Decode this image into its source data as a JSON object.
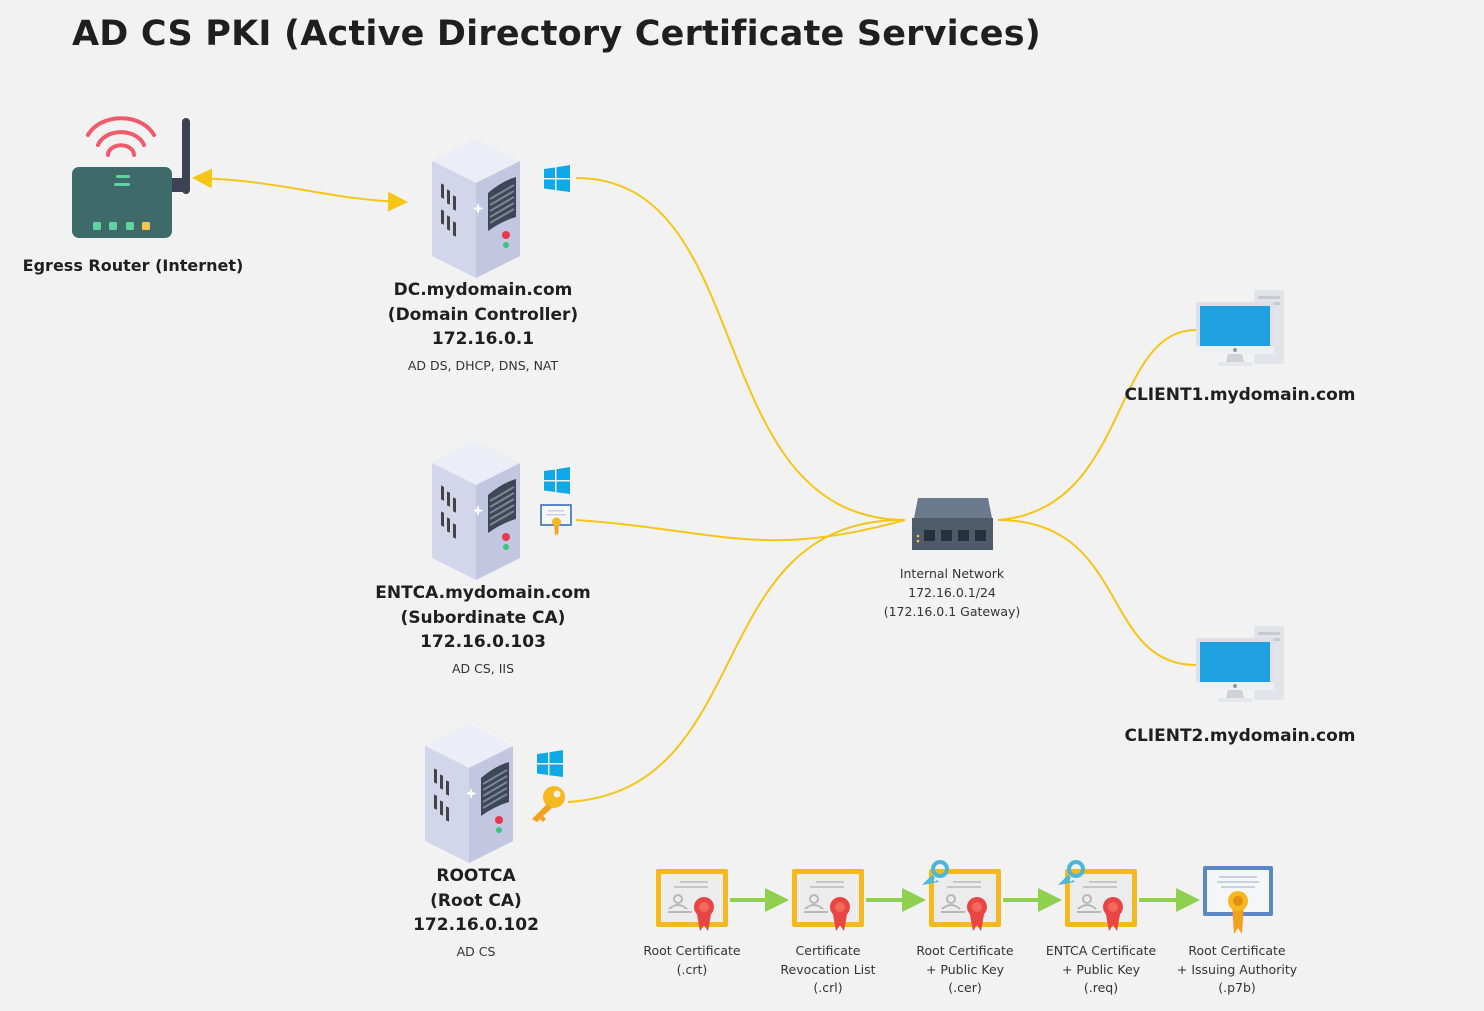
{
  "title": "AD CS PKI (Active Directory Certificate Services)",
  "router": {
    "label": "Egress Router (Internet)"
  },
  "dc": {
    "name": "DC.mydomain.com",
    "role": "(Domain Controller)",
    "ip": "172.16.0.1",
    "services": "AD DS, DHCP, DNS, NAT"
  },
  "entca": {
    "name": "ENTCA.mydomain.com",
    "role": "(Subordinate CA)",
    "ip": "172.16.0.103",
    "services": "AD CS, IIS"
  },
  "rootca": {
    "name": "ROOTCA",
    "role": "(Root CA)",
    "ip": "172.16.0.102",
    "services": "AD CS"
  },
  "switch": {
    "line1": "Internal Network",
    "line2": "172.16.0.1/24",
    "line3": "(172.16.0.1 Gateway)"
  },
  "clients": [
    {
      "name": "CLIENT1.mydomain.com"
    },
    {
      "name": "CLIENT2.mydomain.com"
    }
  ],
  "cert_flow": [
    {
      "line1": "Root Certificate",
      "line2": "(.crt)",
      "line3": ""
    },
    {
      "line1": "Certificate",
      "line2": "Revocation List",
      "line3": "(.crl)"
    },
    {
      "line1": "Root Certificate",
      "line2": "+ Public Key",
      "line3": "(.cer)"
    },
    {
      "line1": "ENTCA Certificate",
      "line2": "+ Public Key",
      "line3": "(.req)"
    },
    {
      "line1": "Root Certificate",
      "line2": "+ Issuing Authority",
      "line3": "(.p7b)"
    }
  ],
  "colors": {
    "link": "#f5c518",
    "flow_arrow": "#8fd14f",
    "windows": "#11a8e8",
    "server": "#c9cce6",
    "monitor_screen": "#1fa0e0",
    "router_body": "#3f6a6a",
    "wifi": "#f05a6a"
  }
}
